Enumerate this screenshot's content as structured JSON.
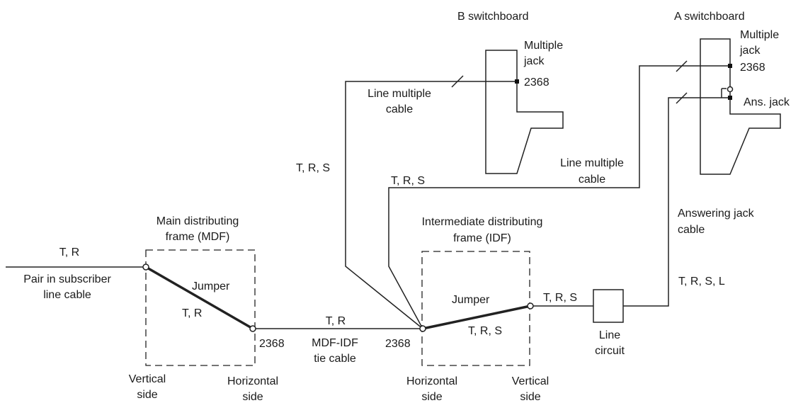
{
  "switchboards": {
    "b_title": "B switchboard",
    "a_title": "A switchboard",
    "b_multiple_jack": [
      "Multiple",
      "jack"
    ],
    "b_jack_number": "2368",
    "a_multiple_jack": [
      "Multiple",
      "jack",
      "2368"
    ],
    "a_answering_jack": "Ans. jack"
  },
  "cables": {
    "line_multiple_b": [
      "Line multiple",
      "cable"
    ],
    "line_multiple_a": [
      "Line multiple",
      "cable"
    ],
    "answering_jack": [
      "Answering jack",
      "cable"
    ],
    "subscriber_line": [
      "Pair in subscriber",
      "line cable"
    ],
    "mdf_idf_tie": [
      "MDF-IDF",
      "tie cable"
    ]
  },
  "conductors": {
    "subscriber_pair": "T, R",
    "mdf_jumper": "T, R",
    "tie": "T, R",
    "b_multiple": "T, R, S",
    "a_multiple": "T, R, S",
    "idf_jumper": "T, R, S",
    "idf_to_line_circuit": "T, R, S",
    "answering": "T, R, S, L"
  },
  "frames": {
    "mdf_title": [
      "Main distributing",
      "frame (MDF)"
    ],
    "idf_title": [
      "Intermediate distributing",
      "frame (IDF)"
    ],
    "mdf_jumper": "Jumper",
    "idf_jumper": "Jumper",
    "mdf_number": "2368",
    "idf_number": "2368"
  },
  "line_circuit": [
    "Line",
    "circuit"
  ],
  "sides": {
    "mdf_vertical": [
      "Vertical",
      "side"
    ],
    "mdf_horizontal": [
      "Horizontal",
      "side"
    ],
    "idf_horizontal": [
      "Horizontal",
      "side"
    ],
    "idf_vertical": [
      "Vertical",
      "side"
    ]
  }
}
